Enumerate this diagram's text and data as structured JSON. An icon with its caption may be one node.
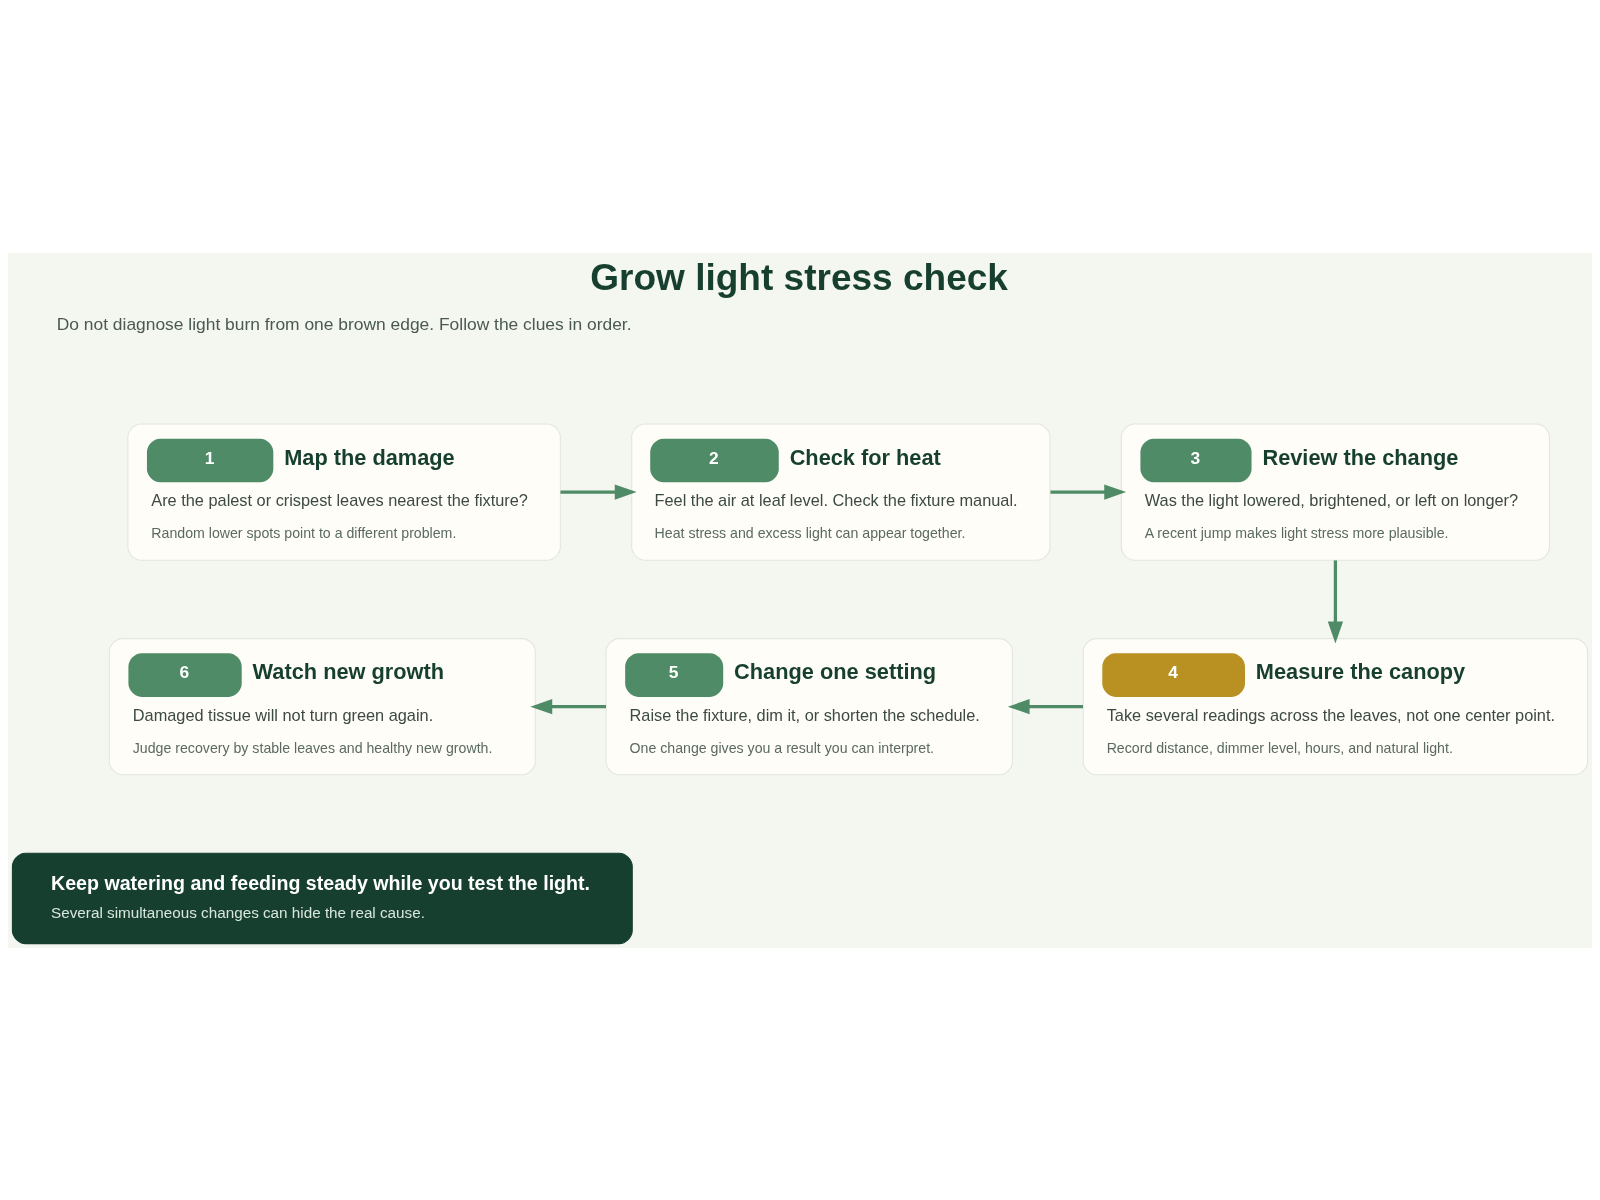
{
  "diagram": {
    "title": "Grow light stress check",
    "nodes": [
      {
        "text": [
          "1",
          "Map the damage",
          "Are the palest or crispest leaves nearest the fixture?",
          "Random lower spots point to a different problem."
        ]
      },
      {
        "text": [
          "2",
          "Check for heat",
          "Feel the air at leaf level. Check the fixture manual.",
          "Heat stress and excess light can appear together."
        ]
      },
      {
        "text": [
          "3",
          "Review the change",
          "Was the light lowered, brightened, or left on longer?",
          "A recent jump makes light stress more plausible."
        ]
      },
      {
        "text": [
          "4",
          "Measure the canopy",
          "Take several readings across the leaves, not one center point.",
          "Record distance, dimmer level, hours, and natural light."
        ]
      },
      {
        "text": [
          "5",
          "Change one setting",
          "Raise the fixture, dim it, or shorten the schedule.",
          "One change gives you a result you can interpret."
        ]
      },
      {
        "text": [
          "6",
          "Watch new growth",
          "Damaged tissue will not turn green again.",
          "Judge recovery by stable leaves and healthy new growth."
        ]
      },
      {
        "text": [
          "Keep watering and feeding steady while you test the light.",
          "Several simultaneous changes can hide the real cause."
        ]
      }
    ],
    "edges": [
      {
        "from": 0,
        "to": 1,
        "arrow": "to"
      },
      {
        "from": 1,
        "to": 2,
        "arrow": "to"
      },
      {
        "from": 2,
        "to": 3,
        "arrow": "to"
      },
      {
        "from": 3,
        "to": 4,
        "arrow": "to"
      },
      {
        "from": 4,
        "to": 5,
        "arrow": "to"
      }
    ],
    "labels": [
      "Do not diagnose light burn from one brown edge. Follow the clues in order."
    ]
  }
}
